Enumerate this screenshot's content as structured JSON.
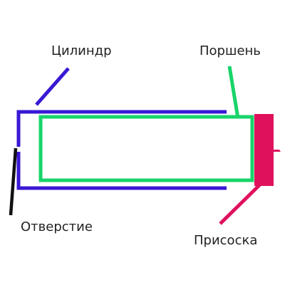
{
  "labels": {
    "cylinder": "Цилиндр",
    "piston": "Поршень",
    "hole": "Отверстие",
    "suction_cup": "Присоска"
  },
  "colors": {
    "cylinder": "#3a18d4",
    "piston": "#18d46a",
    "hole_pointer": "#111111",
    "suction_cup": "#e0115c",
    "text": "#222222"
  }
}
